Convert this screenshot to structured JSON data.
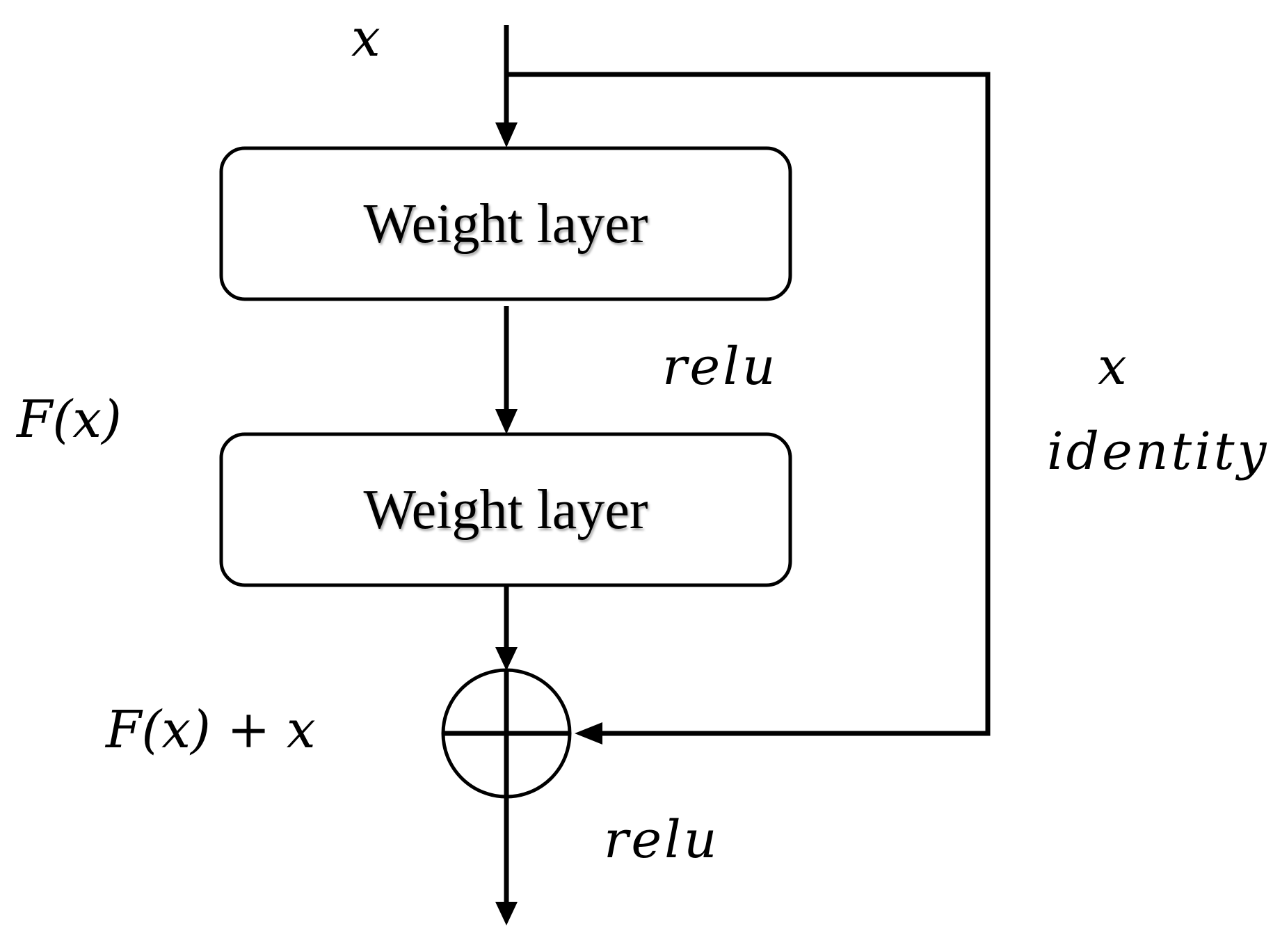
{
  "labels": {
    "input_x": "x",
    "relu_1": "relu",
    "fx": "F(x)",
    "shortcut_x": "x",
    "shortcut_identity": "identity",
    "sum": "F(x) + x",
    "relu_2": "relu"
  },
  "blocks": [
    {
      "label": "Weight layer"
    },
    {
      "label": "Weight layer"
    }
  ],
  "colors": {
    "stroke": "#000000",
    "background": "#ffffff"
  }
}
